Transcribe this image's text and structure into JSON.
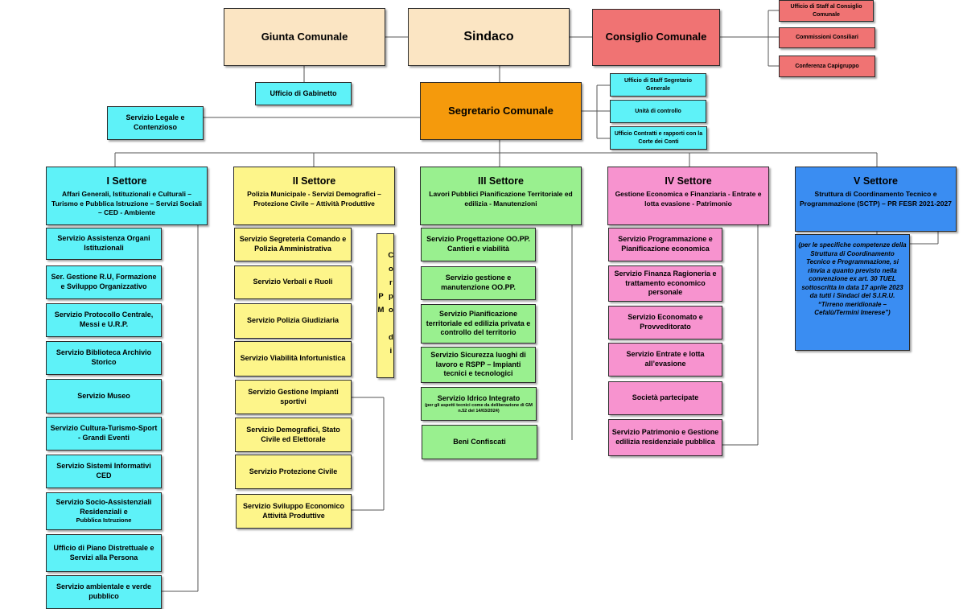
{
  "top": {
    "giunta": "Giunta Comunale",
    "sindaco": "Sindaco",
    "consiglio": "Consiglio Comunale",
    "staff_consiglio": "Ufficio di Staff al Consiglio Comunale",
    "commissioni": "Commissioni Consiliari",
    "conferenza": "Conferenza Capigruppo",
    "gabinetto": "Ufficio di Gabinetto",
    "segretario": "Segretario Comunale",
    "staff_segretario": "Ufficio di Staff Segretario Generale",
    "unita_controllo": "Unità di controllo",
    "contratti": "Ufficio Contratti e rapporti con la Corte dei Conti",
    "legale": "Servizio Legale e Contenzioso"
  },
  "sectors": [
    {
      "title": "I Settore",
      "subtitle": "Affari Generali, Istituzionali e Culturali – Turismo e Pubblica Istruzione – Servizi Sociali – CED - Ambiente",
      "services": [
        "Servizio Assistenza Organi Istituzionali",
        "Ser. Gestione R.U, Formazione e Sviluppo Organizzativo",
        "Servizio Protocollo Centrale, Messi e U.R.P.",
        "Servizio Biblioteca Archivio Storico",
        "Servizio Museo",
        "Servizio Cultura-Turismo-Sport - Grandi Eventi",
        "Servizio Sistemi Informativi CED",
        "Servizio Socio-Assistenziali Residenziali e",
        "Ufficio di Piano Distrettuale e Servizi alla Persona",
        "Servizio ambientale e verde pubblico"
      ],
      "service7_small": "Pubblica Istruzione"
    },
    {
      "title": "II Settore",
      "subtitle": "Polizia Municipale - Servizi Demografici – Protezione Civile – Attività Produttive",
      "services": [
        "Servizio Segreteria Comando e Polizia Amministrativa",
        "Servizio Verbali e Ruoli",
        "Servizio Polizia Giudiziaria",
        "Servizio Viabilità Infortunistica",
        "Servizio Gestione Impianti sportivi",
        "Servizio Demografici, Stato Civile ed Elettorale",
        "Servizio Protezione Civile",
        "Servizio Sviluppo Economico Attività Produttive"
      ],
      "corpo": "Corpo di PM"
    },
    {
      "title": "III Settore",
      "subtitle": "Lavori Pubblici Pianificazione Territoriale ed edilizia - Manutenzioni",
      "services": [
        "Servizio Progettazione OO.PP. Cantieri e viabilità",
        "Servizio gestione e manutenzione OO.PP.",
        "Servizio Pianificazione territoriale ed edilizia privata e controllo del territorio",
        "Servizio Sicurezza luoghi di lavoro e RSPP – Impianti tecnici e tecnologici",
        "Servizio Idrico Integrato",
        "Beni Confiscati"
      ],
      "service4_small": "(per gli aspetti tecnici come da deliberazione di GM n.52 del 14/03/2024)"
    },
    {
      "title": "IV Settore",
      "subtitle": "Gestione Economica e Finanziaria - Entrate e lotta evasione - Patrimonio",
      "services": [
        "Servizio Programmazione e Pianificazione economica",
        "Servizio Finanza Ragioneria e trattamento economico personale",
        "Servizio Economato e Provveditorato",
        "Servizio Entrate e lotta all’evasione",
        "Società partecipate",
        "Servizio Patrimonio e Gestione edilizia residenziale pubblica"
      ]
    },
    {
      "title": "V Settore",
      "subtitle": "Struttura di Coordinamento Tecnico e Programmazione (SCTP) – PR FESR 2021-2027",
      "note": "(per le specifiche competenze della Struttura di Coordinamento Tecnico e Programmazione, si rinvia a quanto previsto nella convenzione ex art. 30 TUEL sottoscritta in data 17 aprile 2023 da tutti i Sindaci del S.I.R.U. “Tirreno meridionale – Cefalù/Termini Imerese”)"
    }
  ],
  "colors": {
    "cream": "#fbe5c3",
    "red": "#f07373",
    "cyan": "#5ef2f8",
    "orange": "#f59a0c",
    "yellow": "#fdf58a",
    "green": "#99f08f",
    "pink": "#f793cf",
    "blue": "#3a8df2"
  }
}
